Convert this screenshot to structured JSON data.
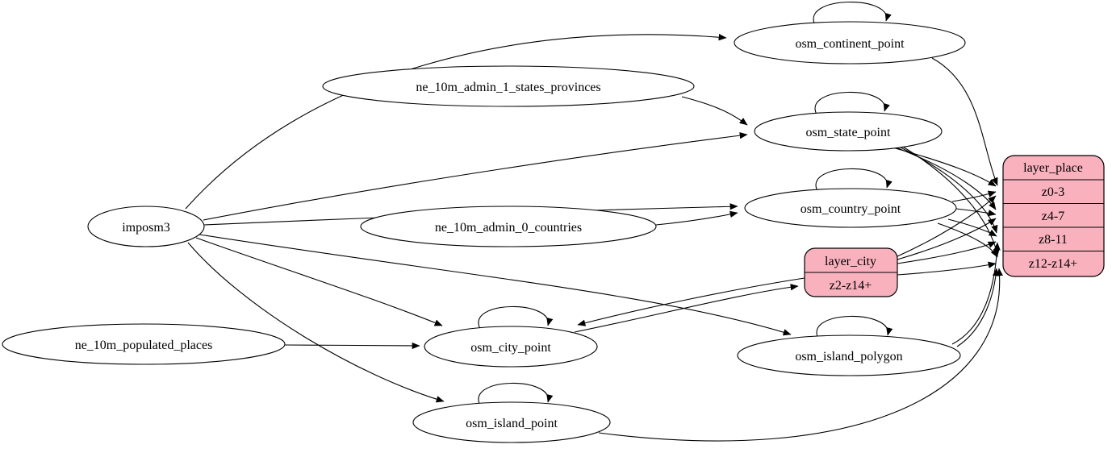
{
  "diagram": {
    "kind": "graphviz-etl-graph",
    "background": "#ffffff",
    "colors": {
      "node_fill": "#ffffff",
      "record_fill": "#f9b1be",
      "stroke": "#000000",
      "text": "#000000"
    },
    "ellipse_nodes": [
      {
        "id": "imposm3",
        "label": "imposm3"
      },
      {
        "id": "ne_10m_admin_1_states_provinces",
        "label": "ne_10m_admin_1_states_provinces"
      },
      {
        "id": "ne_10m_admin_0_countries",
        "label": "ne_10m_admin_0_countries"
      },
      {
        "id": "ne_10m_populated_places",
        "label": "ne_10m_populated_places"
      },
      {
        "id": "osm_continent_point",
        "label": "osm_continent_point"
      },
      {
        "id": "osm_state_point",
        "label": "osm_state_point"
      },
      {
        "id": "osm_country_point",
        "label": "osm_country_point"
      },
      {
        "id": "osm_city_point",
        "label": "osm_city_point"
      },
      {
        "id": "osm_island_polygon",
        "label": "osm_island_polygon"
      },
      {
        "id": "osm_island_point",
        "label": "osm_island_point"
      }
    ],
    "record_nodes": [
      {
        "id": "layer_place",
        "title": "layer_place",
        "rows": [
          "z0-3",
          "z4-7",
          "z8-11",
          "z12-z14+"
        ]
      },
      {
        "id": "layer_city",
        "title": "layer_city",
        "rows": [
          "z2-z14+"
        ]
      }
    ],
    "edges": [
      {
        "from": "imposm3",
        "to": "osm_continent_point"
      },
      {
        "from": "imposm3",
        "to": "osm_state_point"
      },
      {
        "from": "imposm3",
        "to": "osm_country_point"
      },
      {
        "from": "imposm3",
        "to": "osm_city_point"
      },
      {
        "from": "imposm3",
        "to": "osm_island_polygon"
      },
      {
        "from": "imposm3",
        "to": "osm_island_point"
      },
      {
        "from": "ne_10m_admin_1_states_provinces",
        "to": "osm_state_point"
      },
      {
        "from": "ne_10m_admin_0_countries",
        "to": "osm_country_point"
      },
      {
        "from": "ne_10m_populated_places",
        "to": "osm_city_point"
      },
      {
        "from": "osm_continent_point",
        "to": "osm_continent_point"
      },
      {
        "from": "osm_state_point",
        "to": "osm_state_point"
      },
      {
        "from": "osm_country_point",
        "to": "osm_country_point"
      },
      {
        "from": "osm_city_point",
        "to": "osm_city_point"
      },
      {
        "from": "osm_island_polygon",
        "to": "osm_island_polygon"
      },
      {
        "from": "osm_island_point",
        "to": "osm_island_point"
      },
      {
        "from": "osm_continent_point",
        "to": "layer_place:z0-3"
      },
      {
        "from": "osm_state_point",
        "to": "layer_place:z0-3"
      },
      {
        "from": "osm_state_point",
        "to": "layer_place:z4-7"
      },
      {
        "from": "osm_state_point",
        "to": "layer_place:z8-11"
      },
      {
        "from": "osm_state_point",
        "to": "layer_place:z12-z14+"
      },
      {
        "from": "osm_country_point",
        "to": "layer_place:z0-3"
      },
      {
        "from": "osm_country_point",
        "to": "layer_place:z4-7"
      },
      {
        "from": "osm_country_point",
        "to": "layer_place:z8-11"
      },
      {
        "from": "osm_country_point",
        "to": "layer_place:z12-z14+"
      },
      {
        "from": "osm_city_point",
        "to": "layer_city:z2-z14+"
      },
      {
        "from": "layer_city",
        "to": "osm_city_point"
      },
      {
        "from": "layer_city",
        "to": "layer_place:z0-3"
      },
      {
        "from": "layer_city",
        "to": "layer_place:z4-7"
      },
      {
        "from": "layer_city",
        "to": "layer_place:z8-11"
      },
      {
        "from": "layer_city",
        "to": "layer_place:z12-z14+"
      },
      {
        "from": "osm_island_polygon",
        "to": "layer_place:z8-11"
      },
      {
        "from": "osm_island_polygon",
        "to": "layer_place:z12-z14+"
      },
      {
        "from": "osm_island_point",
        "to": "layer_place:z12-z14+"
      }
    ]
  }
}
